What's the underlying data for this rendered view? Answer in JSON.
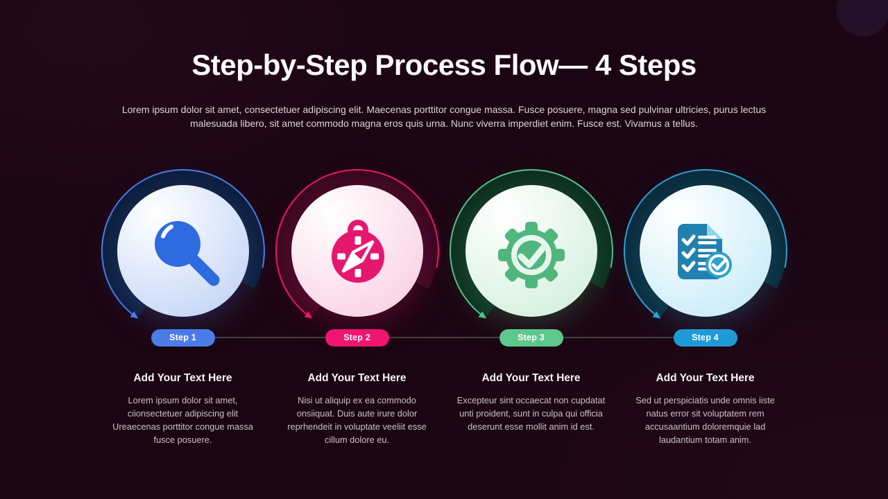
{
  "slide": {
    "title": "Step-by-Step Process Flow— 4 Steps",
    "subtitle": "Lorem ipsum dolor sit amet, consectetuer adipiscing elit. Maecenas porttitor congue massa. Fusce posuere, magna sed pulvinar ultricies, purus lectus malesuada libero, sit amet commodo magna eros quis urna. Nunc viverra imperdiet enim. Fusce est. Vivamus a tellus."
  },
  "steps": [
    {
      "badge": "Step 1",
      "heading": "Add Your Text Here",
      "body": "Lorem ipsum dolor sit amet, ciionsectetuer adipiscing elit Ureaecenas porttitor congue massa fusce posuere.",
      "icon": "search-icon",
      "colors": {
        "accent": "#4a7ce8",
        "ring": "#0c1c38",
        "tint": "#bdd0f6",
        "icon": "#2e6ae0",
        "badge": "#4a7ce8"
      }
    },
    {
      "badge": "Step 2",
      "heading": "Add Your Text Here",
      "body": "Nisi ut aliquip ex ea commodo onsiiquat. Duis aute irure dolor reprhendeit in voluptate veeliit esse cillum dolore eu.",
      "icon": "compass-icon",
      "colors": {
        "accent": "#ee156d",
        "ring": "#34081f",
        "tint": "#f9cbdf",
        "icon": "#e6176f",
        "badge": "#f0156f"
      }
    },
    {
      "badge": "Step 3",
      "heading": "Add Your Text Here",
      "body": "Excepteur sint occaecat non cupdatat unti proident, sunt in culpa qui officia deserunt esse mollit anim id est.",
      "icon": "gear-check-icon",
      "colors": {
        "accent": "#54c288",
        "ring": "#0b2b1c",
        "tint": "#cfeed8",
        "icon": "#50b67e",
        "icon2": "#e7f6ec",
        "badge": "#5ec78c"
      }
    },
    {
      "badge": "Step 4",
      "heading": "Add Your Text Here",
      "body": "Sed ut perspiciatis unde omnis iiste natus error sit voluptatem rem accusaantium doloremquie lad laudantium totam anim.",
      "icon": "checklist-icon",
      "colors": {
        "accent": "#29a2da",
        "ring": "#0a2836",
        "tint": "#c2e9f7",
        "icon": "#2180ad",
        "icon2": "#8fd4ed",
        "icon3": "#2ba1cd",
        "badge": "#1f9ad6"
      }
    }
  ]
}
